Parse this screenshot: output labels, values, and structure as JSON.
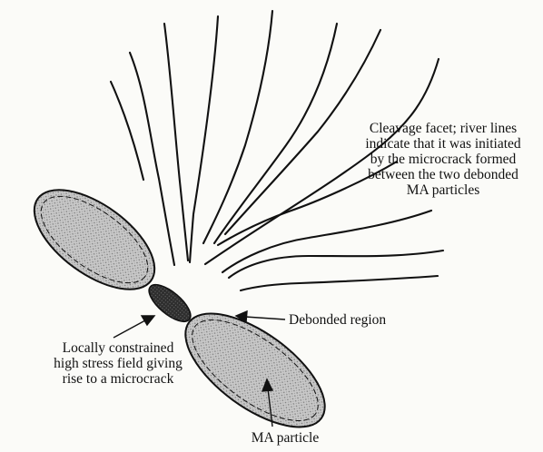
{
  "labels": {
    "cleavage_facet": [
      "Cleavage facet; river lines",
      "indicate that it was initiated",
      "by the microcrack formed",
      "between the two debonded",
      "MA particles"
    ],
    "constrained_field": [
      "Locally constrained",
      "high stress field giving",
      "rise to a microcrack"
    ],
    "debonded_region": "Debonded region",
    "ma_particle": "MA particle"
  },
  "colors": {
    "ink": "#111111",
    "background": "#fbfbf8",
    "particle_fill": "#c4c4c4",
    "microcrack_fill": "#3a3a3a"
  }
}
